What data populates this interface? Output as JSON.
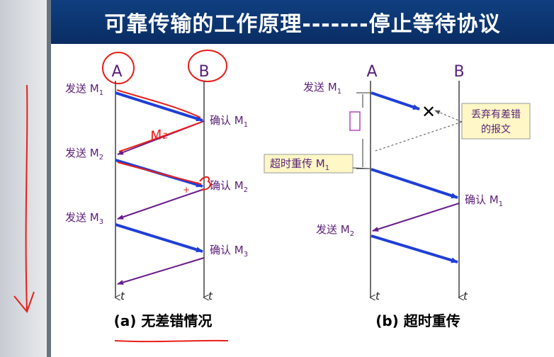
{
  "slide": {
    "title": "可靠传输的工作原理-------停止等待协议"
  },
  "panel_a": {
    "node_a": "A",
    "node_b": "B",
    "send_m1": "发送 M",
    "send_m1_sub": "1",
    "confirm_m1": "确认 M",
    "confirm_m1_sub": "1",
    "send_m2": "发送 M",
    "send_m2_sub": "2",
    "confirm_m2": "确认 M",
    "confirm_m2_sub": "2",
    "send_m3": "发送 M",
    "send_m3_sub": "3",
    "confirm_m3": "确认 M",
    "confirm_m3_sub": "3",
    "time_a": "t",
    "time_b": "t",
    "caption": "(a) 无差错情况",
    "handwriting_m2": "M₂"
  },
  "panel_b": {
    "node_a": "A",
    "node_b": "B",
    "send_m1": "发送 M",
    "send_m1_sub": "1",
    "lost_line1": "丢弃有差错",
    "lost_line2": "的报文",
    "x_mark": "✕",
    "retransmit": "超时重传 M",
    "retransmit_sub": "1",
    "confirm_m1": "确认 M",
    "confirm_m1_sub": "1",
    "send_m2": "发送 M",
    "send_m2_sub": "2",
    "time_a": "t",
    "time_b": "t",
    "caption": "(b) 超时重传"
  },
  "colors": {
    "title_bg": "#0d3a78",
    "data_arrow": "#1f3fd8",
    "ack_arrow": "#6a1c8a",
    "label_text": "#5a1e78",
    "annotation": "#e8201a",
    "note_bg": "#fff7c6"
  }
}
